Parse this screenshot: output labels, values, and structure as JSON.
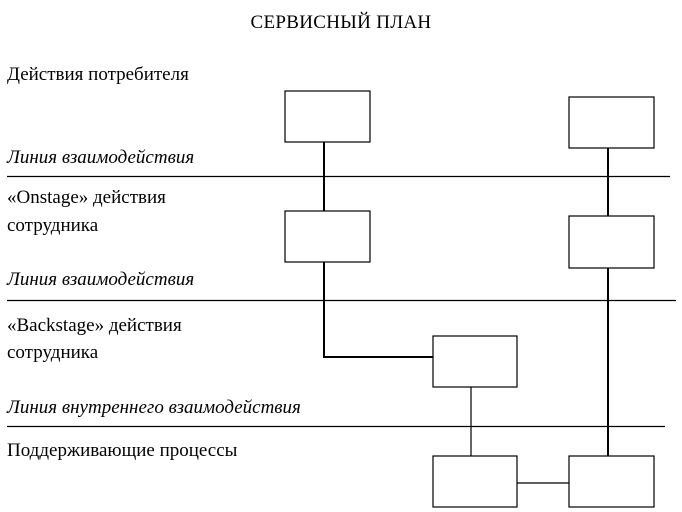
{
  "title": "СЕРВИСНЫЙ ПЛАН",
  "zones": {
    "customer": "Действия потребителя",
    "onstage": [
      "«Onstage» действия",
      "сотрудника"
    ],
    "backstage": [
      "«Backstage» действия",
      "сотрудника"
    ],
    "support": "Поддерживающие процессы"
  },
  "lines": {
    "interaction_1": "Линия взаимодействия",
    "interaction_2": "Линия взаимодействия",
    "internal": "Линия внутреннего взаимодействия"
  }
}
